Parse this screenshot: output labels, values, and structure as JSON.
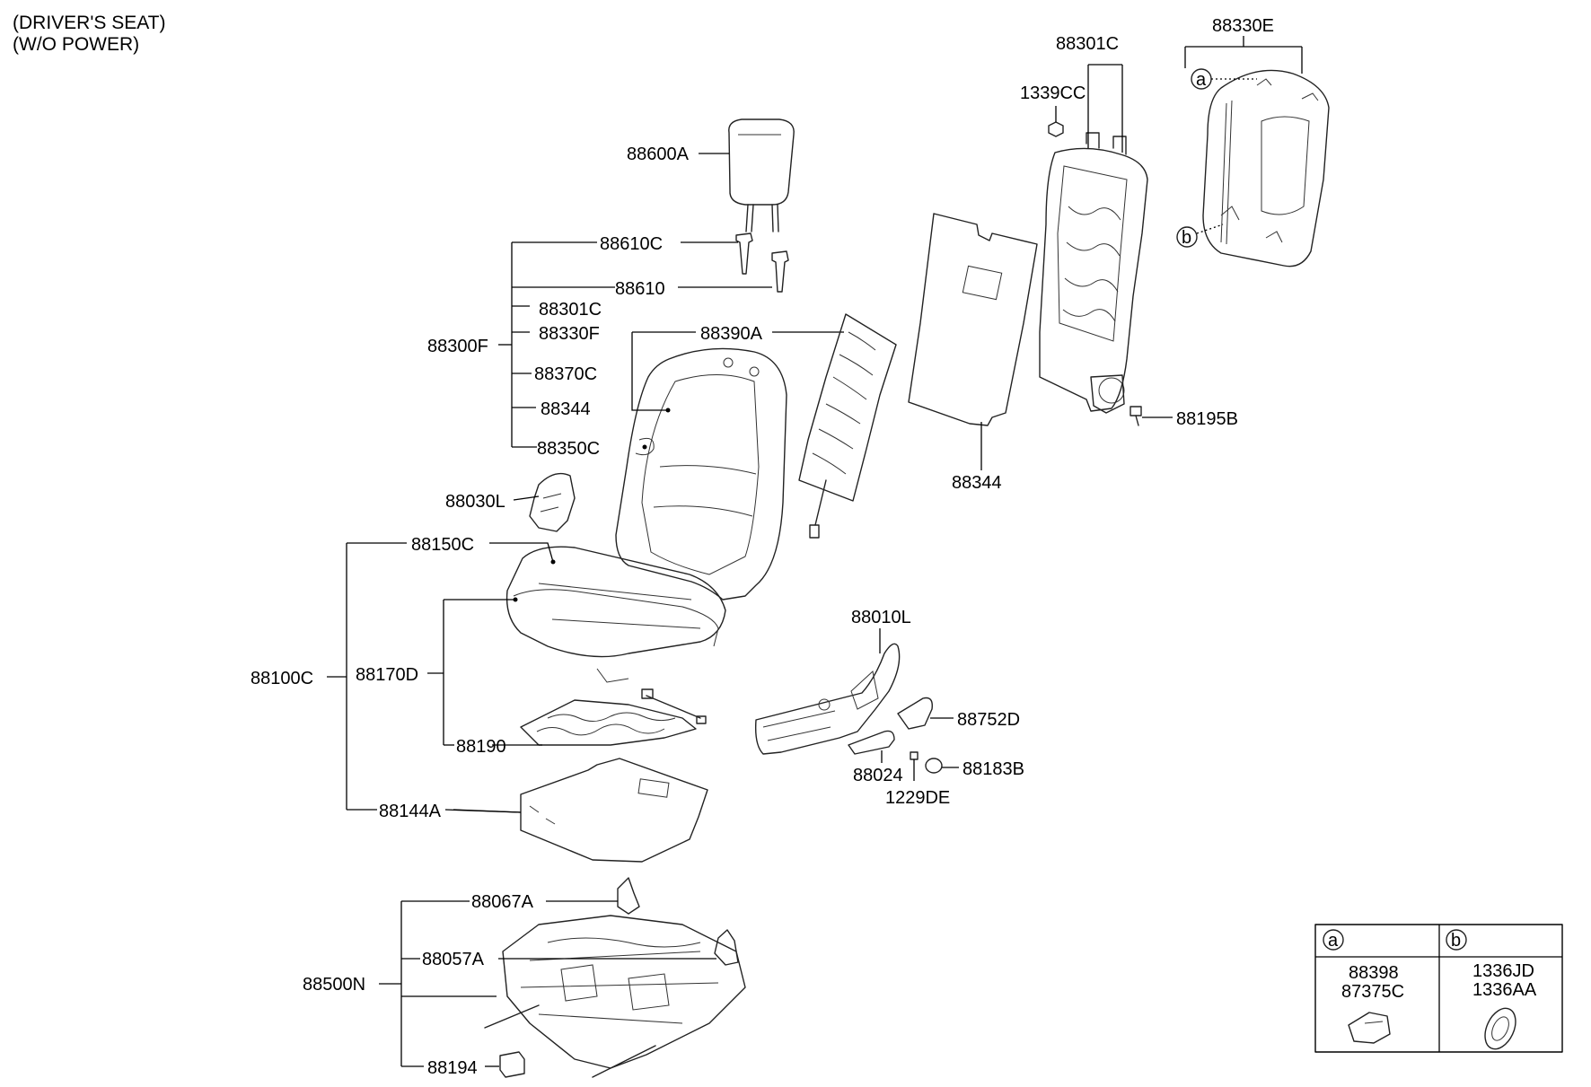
{
  "header": {
    "line1": "(DRIVER'S SEAT)",
    "line2": "(W/O POWER)"
  },
  "labels": {
    "p88600A": "88600A",
    "p88610C": "88610C",
    "p88610": "88610",
    "p88301C_list": "88301C",
    "p88330F": "88330F",
    "p88300F": "88300F",
    "p88370C": "88370C",
    "p88344_list": "88344",
    "p88350C": "88350C",
    "p88390A": "88390A",
    "p88030L": "88030L",
    "p88150C": "88150C",
    "p88100C": "88100C",
    "p88170D": "88170D",
    "p88190": "88190",
    "p88144A": "88144A",
    "p88067A": "88067A",
    "p88057A": "88057A",
    "p88500N": "88500N",
    "p88194": "88194",
    "p88301C_frame": "88301C",
    "p1339CC": "1339CC",
    "p88330E": "88330E",
    "p88195B": "88195B",
    "p88344_pad": "88344",
    "p88010L": "88010L",
    "p88752D": "88752D",
    "p88024": "88024",
    "p88183B": "88183B",
    "p1229DE": "1229DE",
    "callout_a": "a",
    "callout_b": "b"
  },
  "legend": {
    "a_letter": "a",
    "b_letter": "b",
    "a_parts": [
      "88398",
      "87375C"
    ],
    "b_parts": [
      "1336JD",
      "1336AA"
    ]
  }
}
